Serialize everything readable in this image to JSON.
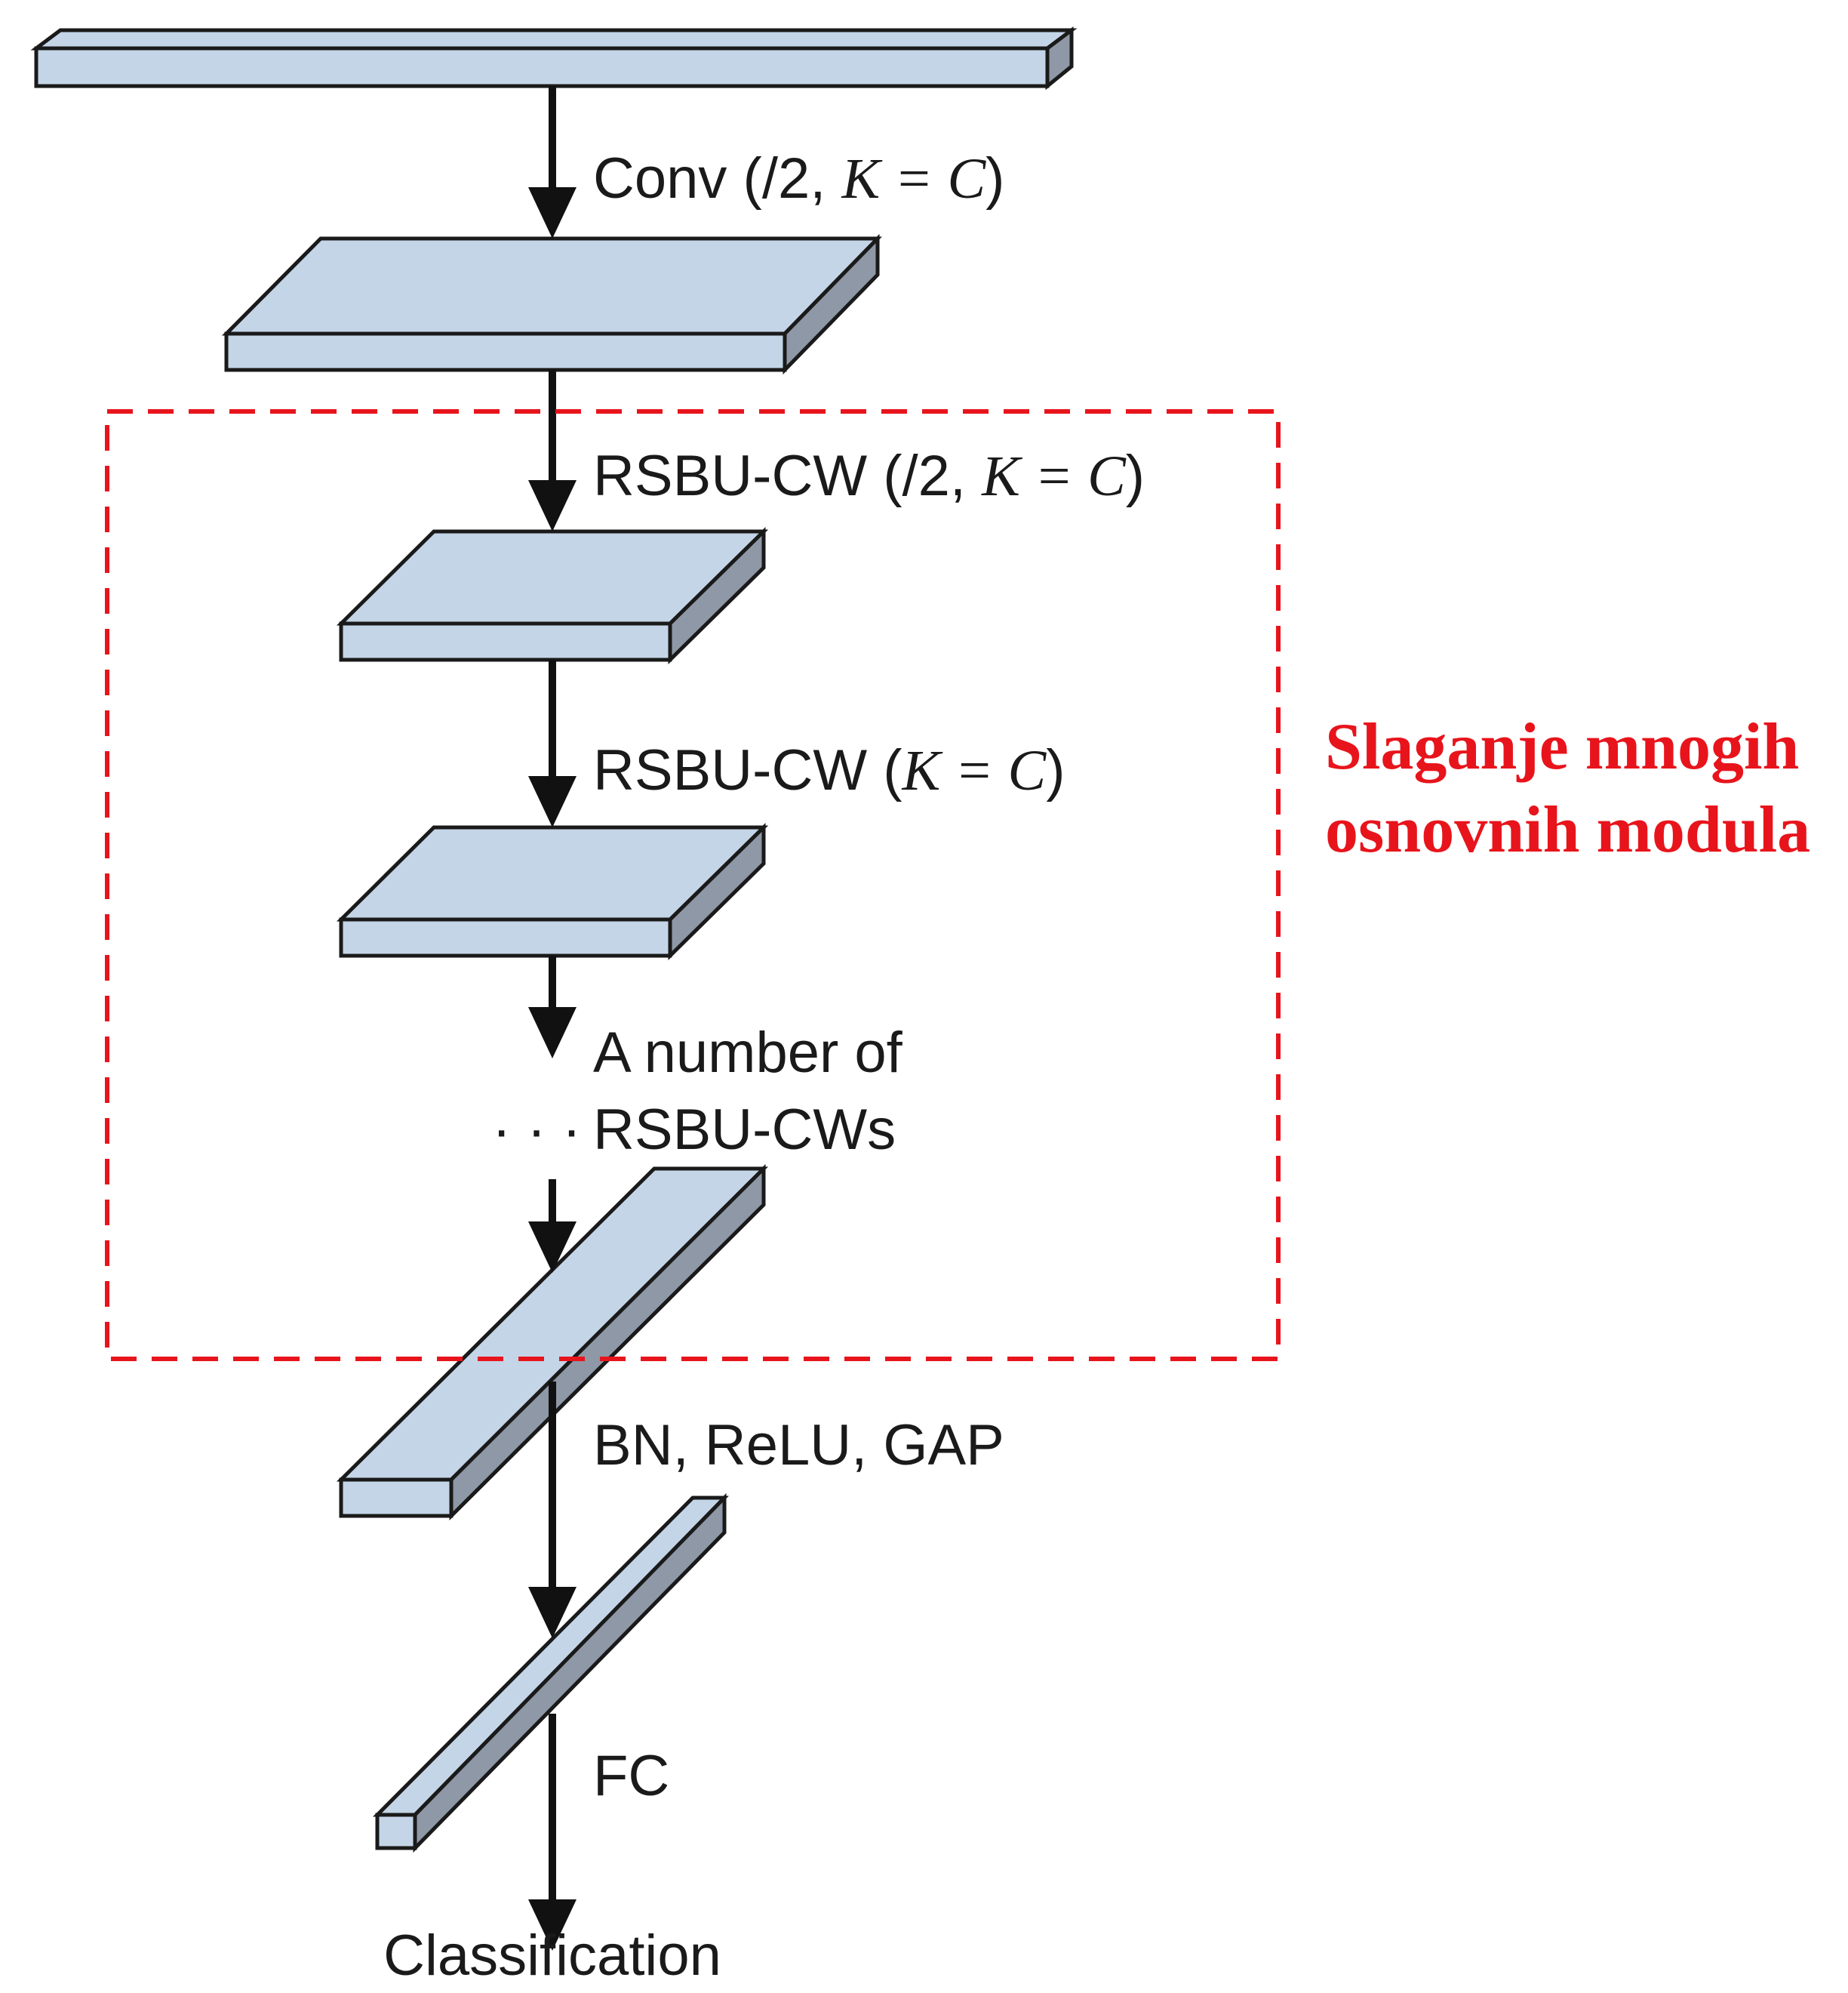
{
  "labels": {
    "conv_prefix": "Conv (/2, ",
    "conv_math": "K = C",
    "conv_suffix": ")",
    "rsbu1_prefix": "RSBU-CW (/2, ",
    "rsbu1_math": "K = C",
    "rsbu1_suffix": ")",
    "rsbu2_prefix": "RSBU-CW (",
    "rsbu2_math": "K = C",
    "rsbu2_suffix": ")",
    "many_line1": "A number of",
    "many_dots": "· · ·",
    "many_line2": "RSBU-CWs",
    "bn": "BN, ReLU, GAP",
    "fc": "FC",
    "output": "Classification"
  },
  "annotation": {
    "line1": "Slaganje mnogih",
    "line2": "osnovnih modula",
    "color": "#e8141c"
  },
  "colors": {
    "block_face": "#c5d5e8",
    "block_side": "#8e98a6",
    "outline": "#1a1a1a"
  }
}
